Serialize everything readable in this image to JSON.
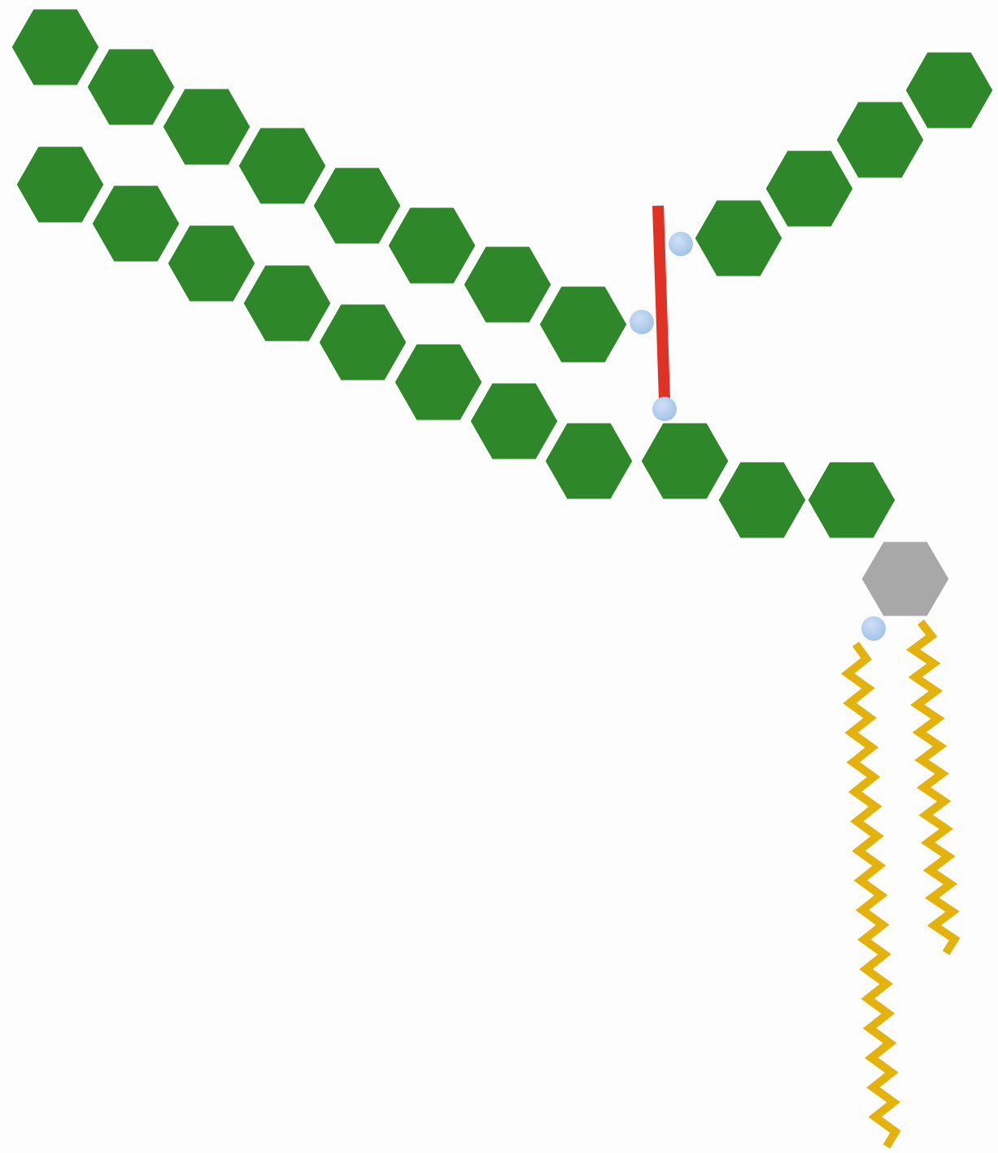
{
  "diagram": {
    "type": "schematic-molecule",
    "elements": {
      "upper_chain": {
        "unit": "hexagon",
        "count": 8,
        "color": "#2e882a"
      },
      "lower_chain": {
        "unit": "hexagon",
        "count": 11,
        "color": "#2e882a"
      },
      "right_branch": {
        "unit": "hexagon",
        "count": 4,
        "color": "#2e882a"
      },
      "core": {
        "unit": "hexagon",
        "count": 1,
        "color": "#a8a8a8"
      },
      "crosslink": {
        "unit": "bar",
        "count": 1,
        "color": "#e03224"
      },
      "linkage_nodes": {
        "unit": "circle",
        "count": 4,
        "color": "#9fc2e7"
      },
      "tails": {
        "unit": "zigzag",
        "count": 2,
        "color": "#e3b20c"
      }
    }
  }
}
